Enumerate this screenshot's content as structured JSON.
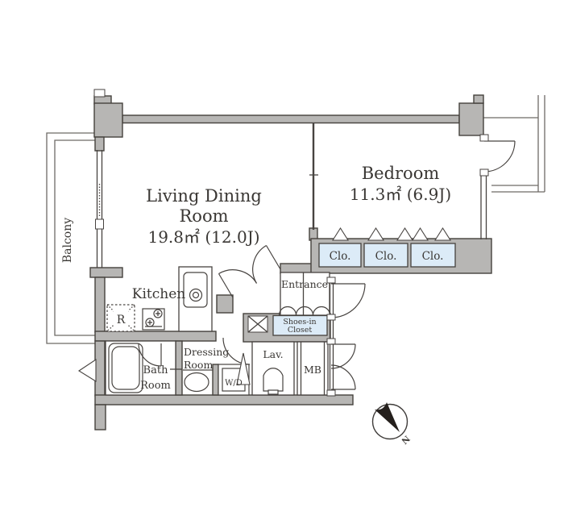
{
  "plan": {
    "living": {
      "line1": "Living Dining",
      "line2": "Room",
      "area": "19.8㎡ (12.0J)"
    },
    "bedroom": {
      "name": "Bedroom",
      "area": "11.3㎡ (6.9J)"
    },
    "balcony": {
      "name": "Balcony"
    },
    "kitchen": {
      "name": "Kitchen",
      "fridge": "R"
    },
    "closets": [
      "Clo.",
      "Clo.",
      "Clo."
    ],
    "entrance": {
      "name": "Entrance"
    },
    "shoes": {
      "line1": "Shoes-in",
      "line2": "Closet"
    },
    "dressing": {
      "line1": "Dressing",
      "line2": "Room"
    },
    "bath": {
      "line1": "Bath",
      "line2": "Room"
    },
    "wd": "W/D",
    "lav": "Lav.",
    "mb": "MB",
    "compass_north": "N"
  },
  "colors": {
    "wall": "#b7b6b4",
    "outline": "#45413d",
    "thin_line": "#6e6a66",
    "closet_fill": "#dcebf7",
    "text": "#3a3734",
    "background": "#ffffff"
  }
}
